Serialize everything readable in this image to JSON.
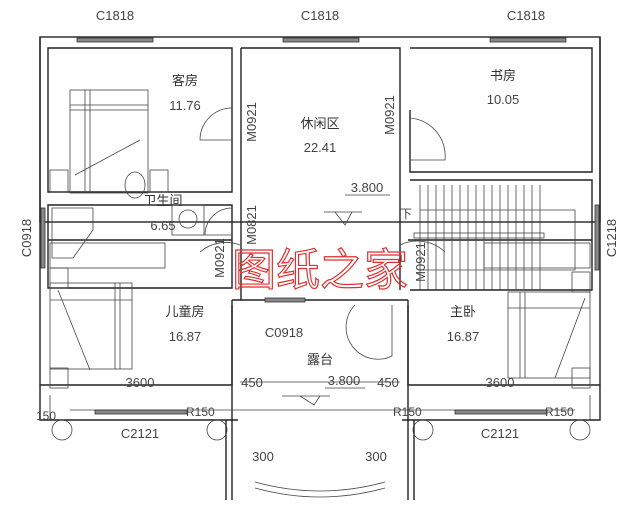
{
  "window_labels": {
    "top_left": "C1818",
    "top_center": "C1818",
    "top_right": "C1818",
    "left": "C0918",
    "right": "C1218",
    "balcony": "C0918",
    "bottom_left": "C2121",
    "bottom_right": "C2121"
  },
  "door_labels": {
    "guest": "M0921",
    "study": "M0921",
    "bath": "M0821",
    "child": "M0921",
    "master": "M0921"
  },
  "rooms": {
    "guest": {
      "name": "客房",
      "area": "11.76"
    },
    "study": {
      "name": "书房",
      "area": "10.05"
    },
    "lounge": {
      "name": "休闲区",
      "area": "22.41"
    },
    "bath": {
      "name": "卫生间",
      "area": "6.65"
    },
    "child": {
      "name": "儿童房",
      "area": "16.87"
    },
    "master": {
      "name": "主卧",
      "area": "16.87"
    },
    "balcony": {
      "name": "露台"
    }
  },
  "elevations": {
    "lounge": "3.800",
    "balcony": "3.800"
  },
  "dimensions": {
    "left_width": "3600",
    "right_width": "3600",
    "left_450": "450",
    "right_450": "450",
    "left_300": "300",
    "right_300": "300",
    "r_ll": "150",
    "r_lr": "R150",
    "r_rl": "R150",
    "r_rr": "R150"
  },
  "stair_down_mark": "下",
  "watermark": "图纸之家"
}
